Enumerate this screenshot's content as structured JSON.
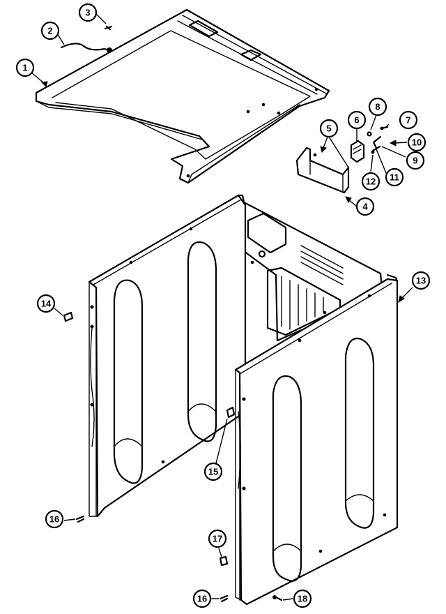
{
  "callouts": [
    {
      "id": "c1",
      "label": "1"
    },
    {
      "id": "c2",
      "label": "2"
    },
    {
      "id": "c3",
      "label": "3"
    },
    {
      "id": "c4",
      "label": "4"
    },
    {
      "id": "c5",
      "label": "5"
    },
    {
      "id": "c6",
      "label": "6"
    },
    {
      "id": "c7",
      "label": "7"
    },
    {
      "id": "c8",
      "label": "8"
    },
    {
      "id": "c9",
      "label": "9"
    },
    {
      "id": "c10",
      "label": "10"
    },
    {
      "id": "c11",
      "label": "11"
    },
    {
      "id": "c12",
      "label": "12"
    },
    {
      "id": "c13",
      "label": "13"
    },
    {
      "id": "c14",
      "label": "14"
    },
    {
      "id": "c15",
      "label": "15"
    },
    {
      "id": "c16a",
      "label": "16"
    },
    {
      "id": "c17",
      "label": "17"
    },
    {
      "id": "c16b",
      "label": "16"
    },
    {
      "id": "c18",
      "label": "18"
    }
  ]
}
